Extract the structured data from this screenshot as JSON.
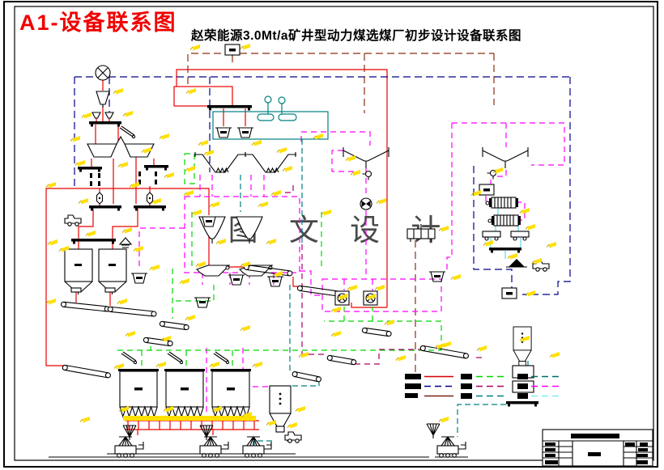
{
  "sheet": {
    "doc_type_label": "A1-设备联系图",
    "title": "赵荣能源3.0Mt/a矿井型动力煤选煤厂初步设计设备联系图",
    "watermark": "图 文 设 计"
  },
  "colors": {
    "doc_label": "#f00000",
    "title": "#000000",
    "watermark": "#3a3a3a",
    "frame": "#000000",
    "line_red": "#e80000",
    "line_navy": "#00008b",
    "line_brown": "#8b2e12",
    "line_magenta": "#ff00ff",
    "line_green": "#00d800",
    "line_teal": "#008080",
    "line_crimson": "#aa0066",
    "line_cyan": "#5ad8e8",
    "tag_yellow": "#ffe000"
  },
  "legend": {
    "items": [
      {
        "color": "#d40000",
        "style": "solid"
      },
      {
        "color": "#00008b",
        "style": "dashed"
      },
      {
        "color": "#7b2010",
        "style": "solid"
      },
      {
        "color": "#00d800",
        "style": "dashed"
      },
      {
        "color": "#aa0066",
        "style": "dashed"
      },
      {
        "color": "#008080",
        "style": "dashed"
      },
      {
        "color": "#006a6a",
        "style": "dashed"
      },
      {
        "color": "#ff00ff",
        "style": "dashed"
      },
      {
        "color": "#7fe9f2",
        "style": "dashed"
      }
    ],
    "labels_redacted": true
  }
}
